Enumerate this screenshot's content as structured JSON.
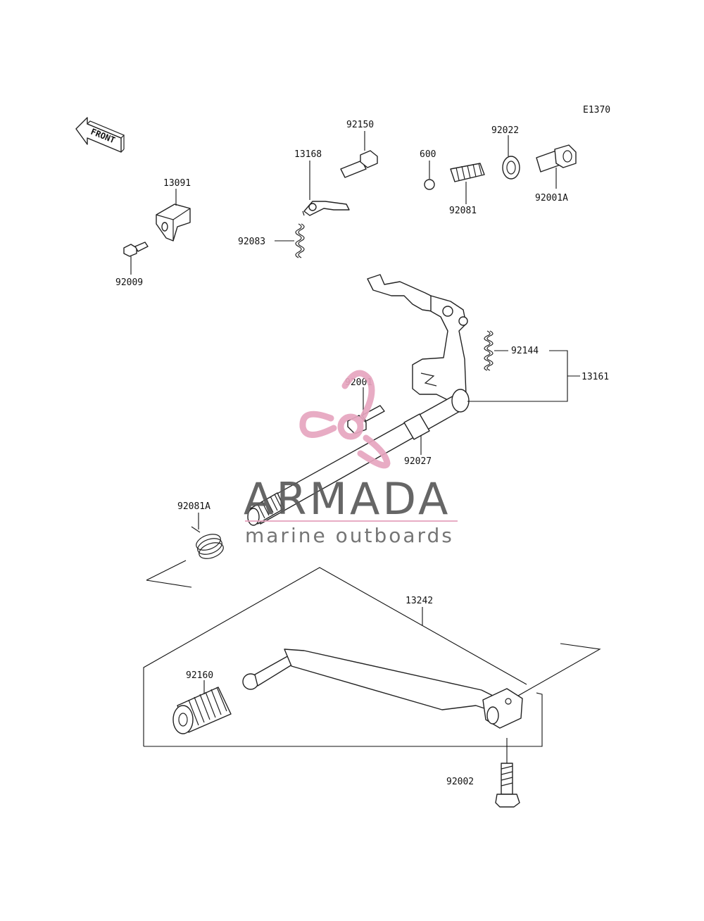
{
  "diagram": {
    "code": "E1370",
    "front_label": "FRONT",
    "parts": {
      "p92150": "92150",
      "p13168": "13168",
      "p600": "600",
      "p92022": "92022",
      "p13091": "13091",
      "p92081": "92081",
      "p92001A": "92001A",
      "p92083": "92083",
      "p92009": "92009",
      "p92144": "92144",
      "p13161": "13161",
      "p92001": "92001",
      "p92027": "92027",
      "p92081A": "92081A",
      "p13242": "13242",
      "p92160": "92160",
      "p92002": "92002"
    }
  },
  "watermark": {
    "brand": "ARMADA",
    "tagline": "marine outboards",
    "accent_color": "#e7a6bf",
    "text_color": "#5a5a5a"
  }
}
